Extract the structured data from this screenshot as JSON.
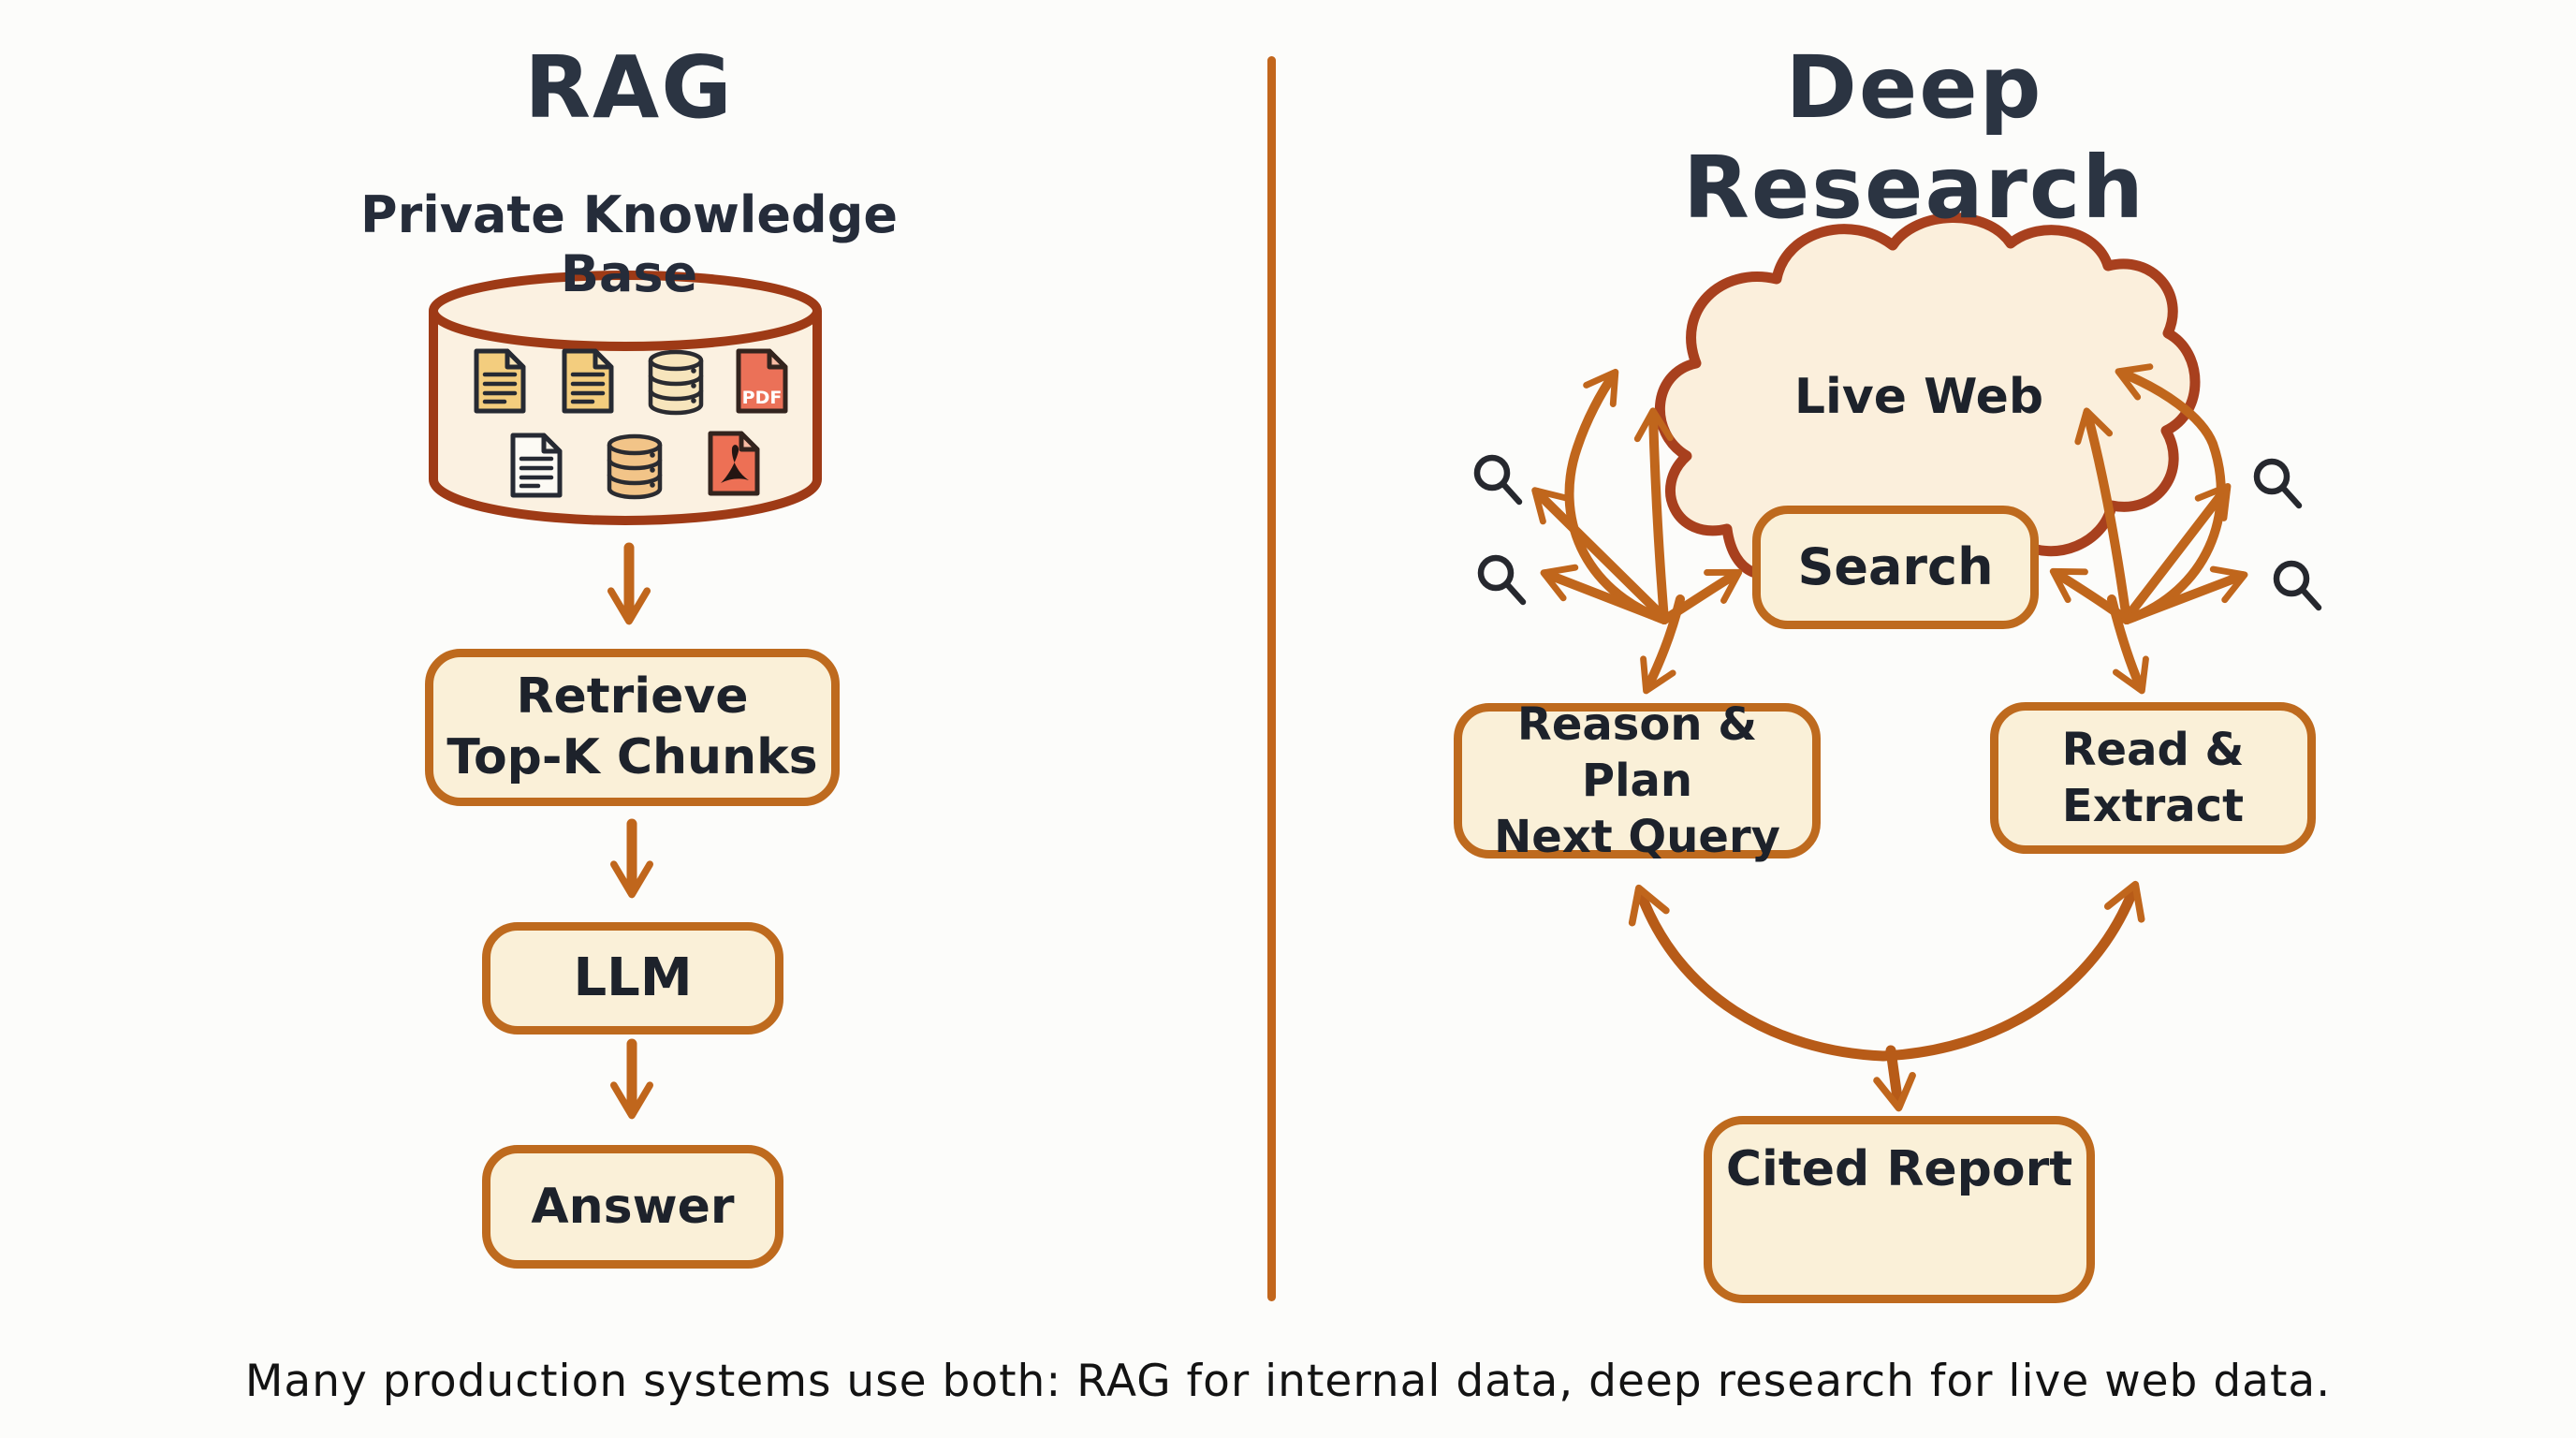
{
  "left": {
    "title": "RAG",
    "subtitle": "Private Knowledge Base",
    "knowledge_base_icons": [
      "doc-icon",
      "doc-icon",
      "database-icon",
      "pdf-icon",
      "doc-icon",
      "database-icon",
      "pdf-adobe-icon"
    ],
    "pdf_badge": "PDF",
    "retrieve_box": {
      "line1": "Retrieve",
      "line2": "Top-K Chunks"
    },
    "llm_box": "LLM",
    "answer_box": "Answer"
  },
  "right": {
    "title": "Deep Research",
    "cloud_label": "Live Web",
    "search_box": "Search",
    "reason_box": {
      "line1": "Reason & Plan",
      "line2": "Next Query"
    },
    "read_box": {
      "line1": "Read &",
      "line2": "Extract"
    },
    "cited_box": "Cited Report",
    "magnifier_icons": [
      "magnifier-icon",
      "magnifier-icon",
      "magnifier-icon",
      "magnifier-icon"
    ]
  },
  "caption": "Many production systems use both: RAG for internal data, deep research for live web data.",
  "colors": {
    "arrow": "#C0661C",
    "box_border": "#BE6A1E",
    "box_fill": "#FAF0D8",
    "cloud_border": "#A8401E",
    "cloud_fill": "#FBEFDC",
    "cylinder_border": "#9E3A16",
    "divider": "#C2661C",
    "title_text": "#2B3442",
    "body_text": "#1D222B",
    "caption_text": "#131313",
    "doc_yellow": "#F3CD7E",
    "doc_red": "#EC7258",
    "report_line": "#5E1616"
  }
}
